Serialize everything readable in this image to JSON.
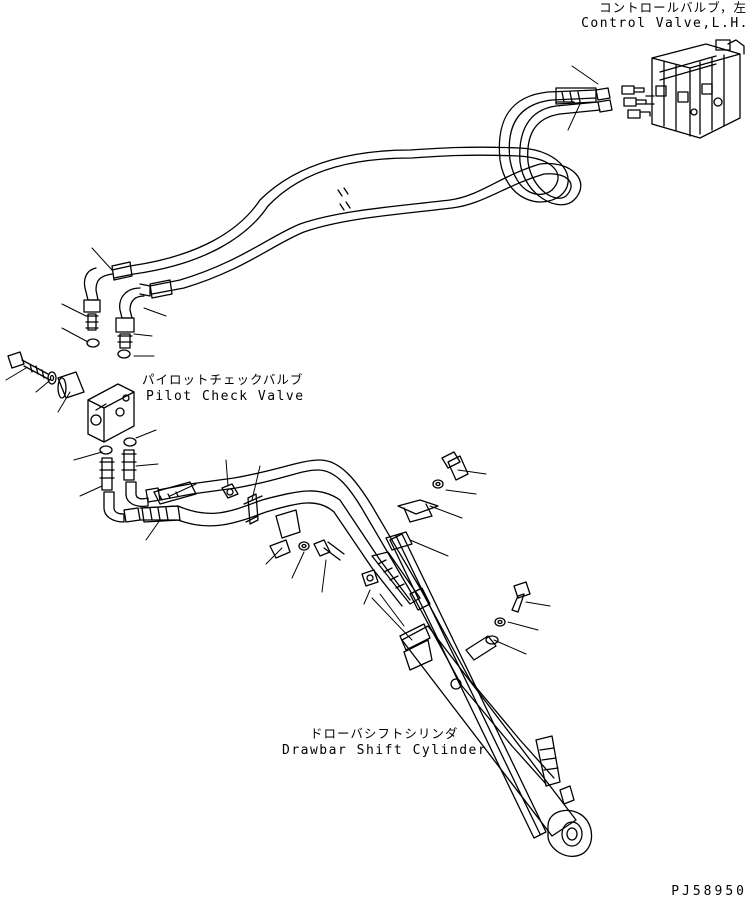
{
  "labels": {
    "control_valve_jp": "コントロールバルブ，左",
    "control_valve_en": "Control Valve,L.H.",
    "pilot_check_jp": "パイロットチェックバルブ",
    "pilot_check_en": "Pilot Check Valve",
    "drawbar_jp": "ドローバシフトシリンダ",
    "drawbar_en": "Drawbar Shift Cylinder",
    "drawing_no": "PJ58950"
  }
}
